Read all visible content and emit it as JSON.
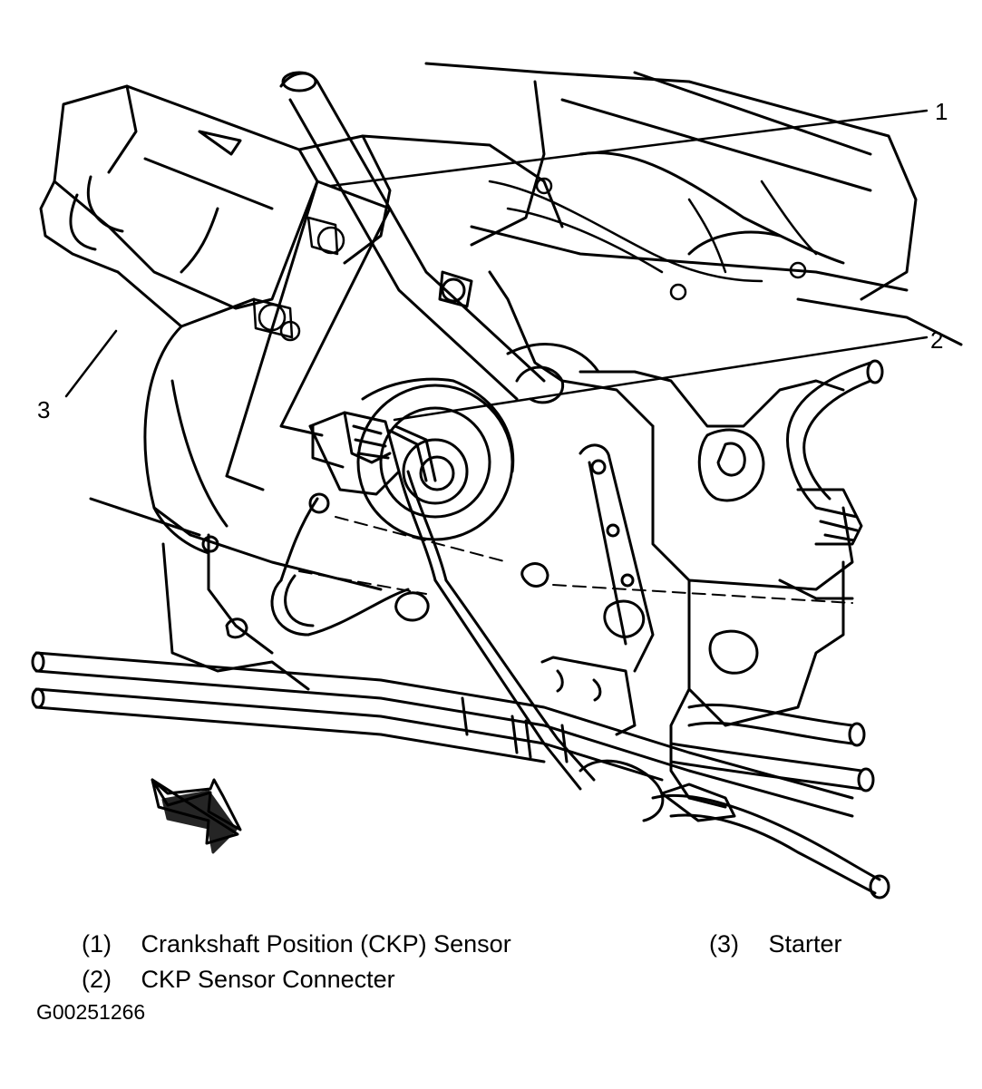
{
  "callouts": {
    "c1": "1",
    "c2": "2",
    "c3": "3"
  },
  "legend": [
    {
      "num": "(1)",
      "text": "Crankshaft Position (CKP) Sensor"
    },
    {
      "num": "(2)",
      "text": "CKP Sensor Connecter"
    },
    {
      "num": "(3)",
      "text": "Starter"
    }
  ],
  "figure_id": "G00251266"
}
